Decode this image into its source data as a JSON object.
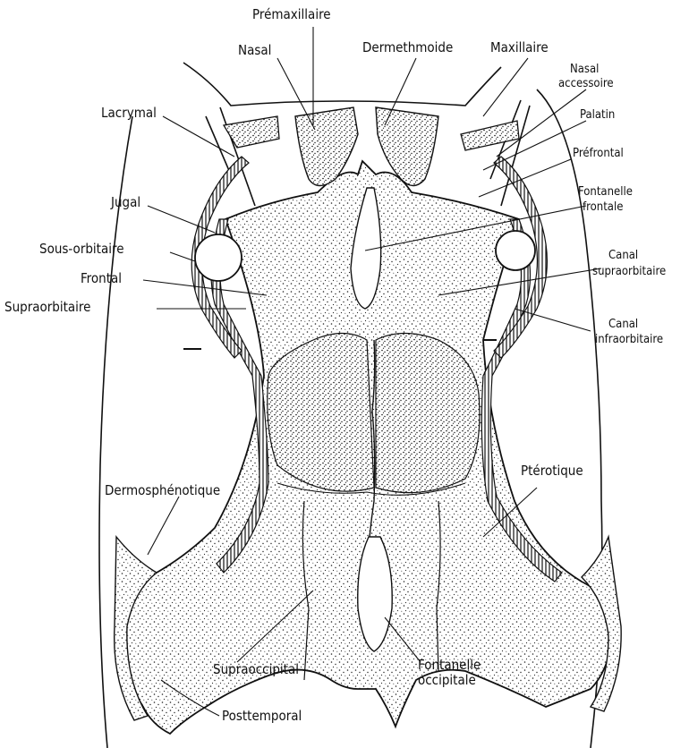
{
  "labels": {
    "premaxillaire": "Prémaxillaire",
    "nasal": "Nasal",
    "dermethmoide": "Dermethmoide",
    "maxillaire": "Maxillaire",
    "nasal_accessoire_1": "Nasal",
    "nasal_accessoire_2": "accessoire",
    "lacrymal": "Lacrymal",
    "palatin": "Palatin",
    "prefrontal": "Préfrontal",
    "jugal": "Jugal",
    "fontanelle_frontale_1": "Fontanelle",
    "fontanelle_frontale_2": "frontale",
    "sous_orbitaire": "Sous-orbitaire",
    "frontal": "Frontal",
    "supraorbitaire": "Supraorbitaire",
    "canal_supraorbitaire_1": "Canal",
    "canal_supraorbitaire_2": "supraorbitaire",
    "canal_infraorbitaire_1": "Canal",
    "canal_infraorbitaire_2": "infraorbitaire",
    "dermosphenotique": "Dermosphénotique",
    "pterotique": "Ptérotique",
    "supraoccipital": "Supraoccipital",
    "fontanelle_occipitale_1": "Fontanelle",
    "fontanelle_occipitale_2": "occipitale",
    "posttemporal": "Posttemporal"
  },
  "colors": {
    "ink": "#111111",
    "bone_fill": "#f4f4f4",
    "background": "#ffffff"
  }
}
